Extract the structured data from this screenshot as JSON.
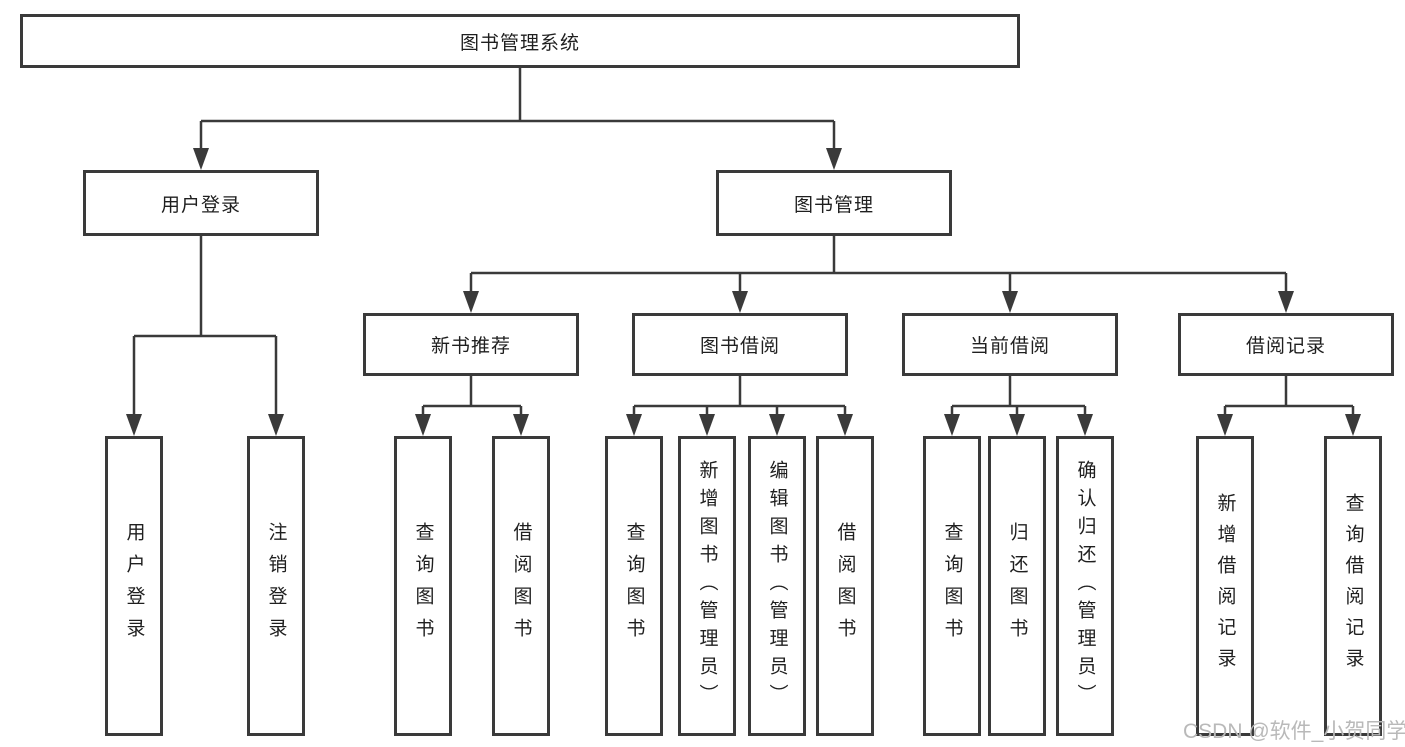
{
  "diagram": {
    "root": {
      "label": "图书管理系统"
    },
    "branches": [
      {
        "label": "用户登录",
        "children": [
          {
            "label": "用户登录"
          },
          {
            "label": "注销登录"
          }
        ]
      },
      {
        "label": "图书管理",
        "children": [
          {
            "label": "新书推荐",
            "children": [
              {
                "label": "查询图书"
              },
              {
                "label": "借阅图书"
              }
            ]
          },
          {
            "label": "图书借阅",
            "children": [
              {
                "label": "查询图书"
              },
              {
                "label": "新增图书（管理员）"
              },
              {
                "label": "编辑图书（管理员）"
              },
              {
                "label": "借阅图书"
              }
            ]
          },
          {
            "label": "当前借阅",
            "children": [
              {
                "label": "查询图书"
              },
              {
                "label": "归还图书"
              },
              {
                "label": "确认归还（管理员）"
              }
            ]
          },
          {
            "label": "借阅记录",
            "children": [
              {
                "label": "新增借阅记录"
              },
              {
                "label": "查询借阅记录"
              }
            ]
          }
        ]
      }
    ]
  },
  "watermark": {
    "text": "CSDN @软件_小贺同学"
  },
  "colors": {
    "line": "#3a3a3a",
    "text": "#1f1f1f",
    "watermark": "#b9b9b9",
    "background": "#ffffff"
  }
}
